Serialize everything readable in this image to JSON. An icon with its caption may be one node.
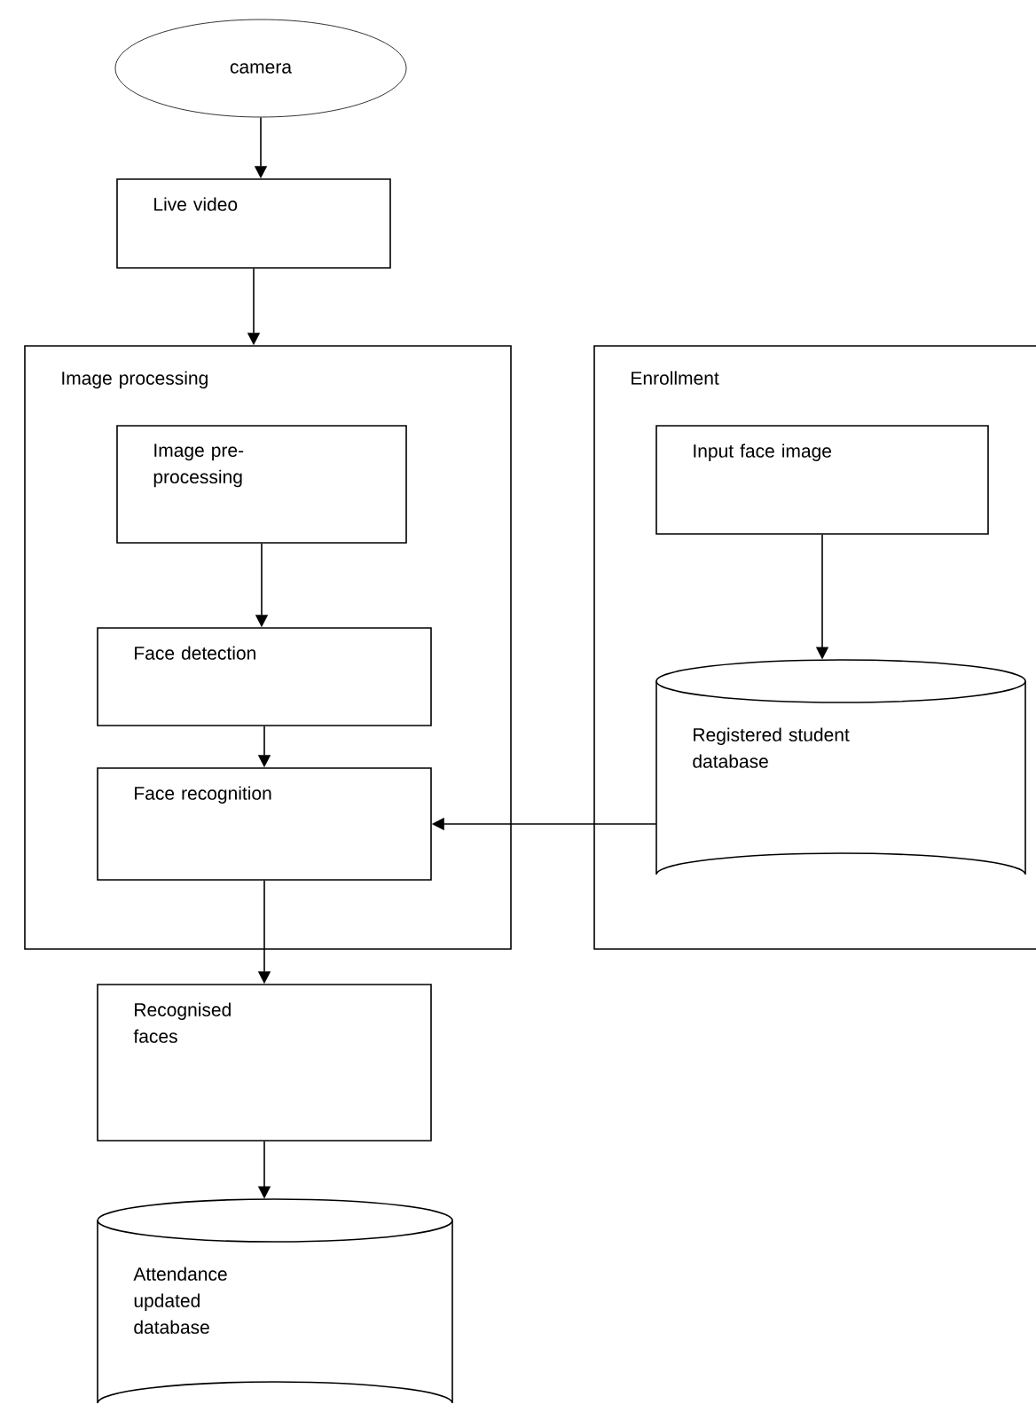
{
  "diagram": {
    "nodes": [
      {
        "text": [
          "camera"
        ]
      },
      {
        "text": [
          "Live video"
        ]
      },
      {
        "text": [
          "Image processing"
        ]
      },
      {
        "text": [
          "Image pre-processing"
        ],
        "in": 2
      },
      {
        "text": [
          "Face detection"
        ],
        "in": 2
      },
      {
        "text": [
          "Face recognition"
        ],
        "in": 2
      },
      {
        "text": [
          "Enrollment"
        ]
      },
      {
        "text": [
          "Input face image"
        ],
        "in": 6
      },
      {
        "text": [
          "Registered student database"
        ],
        "in": 6
      },
      {
        "text": [
          "Recognised faces"
        ]
      },
      {
        "text": [
          "Attendance updated database"
        ]
      }
    ],
    "edges": [
      {
        "from": 0,
        "to": 1,
        "arrow": "to"
      },
      {
        "from": 1,
        "to": 2,
        "arrow": "to"
      },
      {
        "from": 3,
        "to": 4,
        "arrow": "to"
      },
      {
        "from": 4,
        "to": 5,
        "arrow": "to"
      },
      {
        "from": 7,
        "to": 8,
        "arrow": "to"
      },
      {
        "from": 8,
        "to": 5,
        "arrow": "to"
      },
      {
        "from": 5,
        "to": 9,
        "arrow": "to"
      },
      {
        "from": 9,
        "to": 10,
        "arrow": "to"
      }
    ]
  }
}
